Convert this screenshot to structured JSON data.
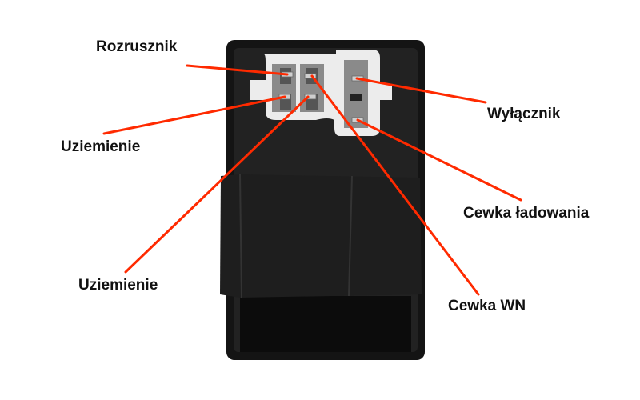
{
  "labels": {
    "starter": "Rozrusznik",
    "ground_top": "Uziemienie",
    "ground_bottom": "Uziemienie",
    "kill_switch": "Wyłącznik",
    "charging_coil": "Cewka ładowania",
    "hv_coil": "Cewka WN"
  },
  "colors": {
    "line": "#ff2a00",
    "body": "#141414",
    "connector": "#ececec",
    "tape": "#1c1c1c"
  }
}
